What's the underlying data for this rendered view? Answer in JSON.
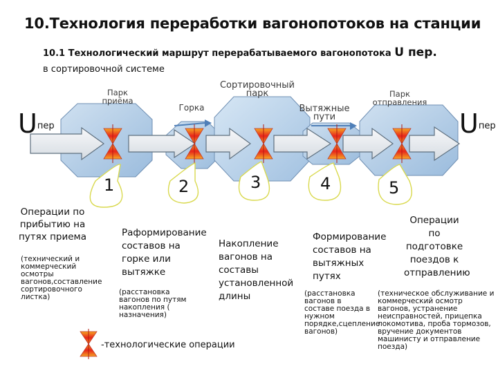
{
  "header": {
    "title": "10.Технология переработки вагонопотоков на станции",
    "subtitle_line1": "10.1 Технологический маршрут перерабатываемого  вагонопотока",
    "subtitle_symbol": "U пер.",
    "subtitle_line2": "в сортировочной системе"
  },
  "flow": {
    "start_symbol": "U",
    "start_sub": "пер",
    "end_symbol": "U",
    "end_sub": "пер"
  },
  "parks": {
    "arrival": "Парк\nприёма",
    "hump": "Горка",
    "sorting": "Сортировочный\nпарк",
    "pulling": "Вытяжные\nпути",
    "departure": "Парк\nотправления"
  },
  "steps": [
    {
      "number": "1",
      "title": "Операции по прибытию на путях приема",
      "note": "(технический и коммерческий осмотры вагонов,составление сортировочного листка)"
    },
    {
      "number": "2",
      "title": "Раформирование составов на горке или вытяжке",
      "note": "(расстановка вагонов по путям накопления ( назначения)"
    },
    {
      "number": "3",
      "title": "Накопление вагонов на составы установленной длины",
      "note": ""
    },
    {
      "number": "4",
      "title": "Формирование составов на вытяжных путях",
      "note": "(расстановка вагонов в составе поезда в нужном порядке,сцепление вагонов)"
    },
    {
      "number": "5",
      "title": "Операции по подготовке поездов к отправлению",
      "note": "(техническое обслуживание и коммерческий осмотр вагонов, устранение неисправностей, прицепка локомотива, проба тормозов, вручение документов машинисту и отправление поезда)"
    }
  ],
  "legend": {
    "text": "-технологические операции"
  },
  "colors": {
    "hexagon_fill": "#a9c6e4",
    "hexagon_fill_light": "#cfe0f0",
    "hexagon_stroke": "#6f8fb3",
    "arrow_fill": "#e7ebef",
    "arrow_stroke": "#5e6f7e",
    "operation_red": "#e8251b",
    "operation_orange": "#f5a623",
    "callout_fill": "#ffffff",
    "callout_stroke": "#d9d94e"
  }
}
